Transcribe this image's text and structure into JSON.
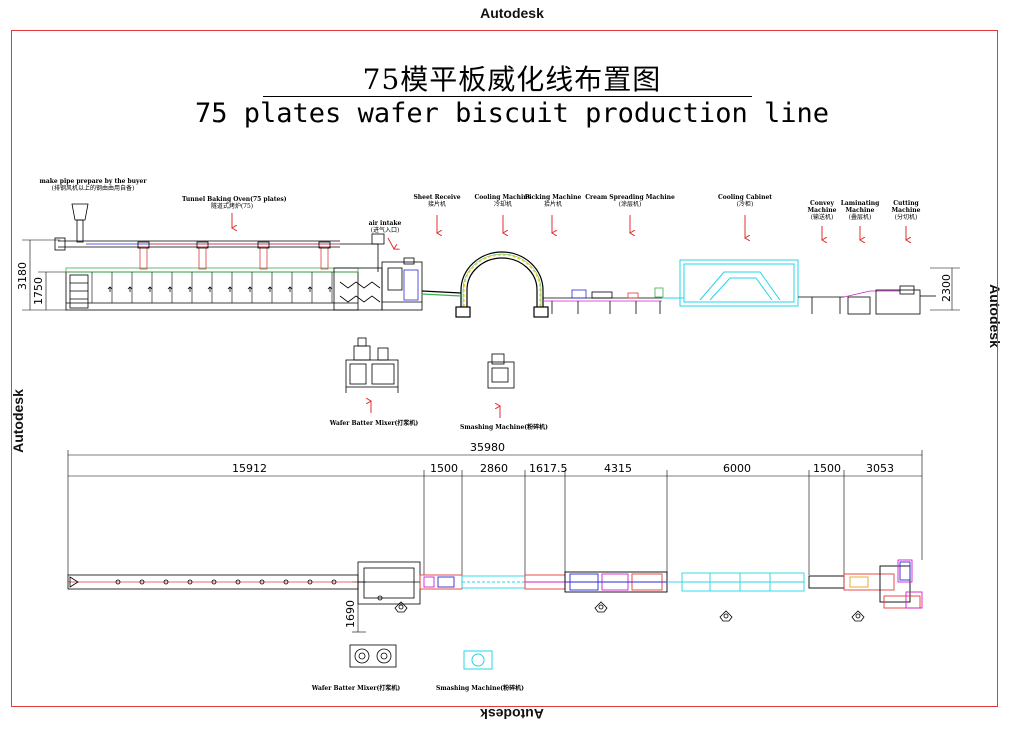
{
  "watermark": "Autodesk",
  "title": {
    "cn": "75模平板威化线布置图",
    "en": "75 plates wafer biscuit production line"
  },
  "labels": {
    "make_pipe_en": "make pipe prepare by the buyer",
    "make_pipe_cn": "(排钢风机以上的钢由由用自备)",
    "tunnel_oven_en": "Tunnel Baking Oven(75 plates)",
    "tunnel_oven_cn": "隧道式烤炉(75)",
    "air_intake_en": "air intake",
    "air_intake_cn": "(进气入口)",
    "sheet_receive_en": "Sheet Receive",
    "sheet_receive_cn": "接片机",
    "cooling_machine_en": "Cooling Machine",
    "cooling_machine_cn": "冷却机",
    "picking_machine_en": "Picking Machine",
    "picking_machine_cn": "拾片机",
    "cream_spreading_en": "Cream Spreading Machine",
    "cream_spreading_cn": "(涂层机)",
    "cooling_cabinet_en": "Cooling Cabinet",
    "cooling_cabinet_cn": "(冷柜)",
    "convey_en_1": "Convey",
    "convey_en_2": "Machine",
    "convey_cn": "(输送机)",
    "laminating_en_1": "Laminating",
    "laminating_en_2": "Machine",
    "laminating_cn": "(叠层机)",
    "cutting_en_1": "Cutting",
    "cutting_en_2": "Machine",
    "cutting_cn": "(分切机)",
    "batter_mixer_top": "Wafer Batter Mixer(打浆机)",
    "smashing_top": "Smashing Machine(粉碎机)",
    "batter_mixer_bottom": "Wafer Batter Mixer(打浆机)",
    "smashing_bottom": "Smashing Machine(粉碎机)"
  },
  "dimensions": {
    "height_total": "3180",
    "height_oven": "1750",
    "height_right": "2300",
    "plan_depth": "1690",
    "total_length": "35980",
    "segments": [
      "15912",
      "1500",
      "2860",
      "1617.5",
      "4315",
      "6000",
      "1500",
      "3053"
    ]
  },
  "colors": {
    "frame": "#e23a3a",
    "arrow": "#e0312f",
    "cyan": "#25d4e6",
    "magenta": "#d21ed2",
    "green": "#37b24d",
    "yellow": "#e8d21a",
    "blue": "#2a2ad6"
  }
}
